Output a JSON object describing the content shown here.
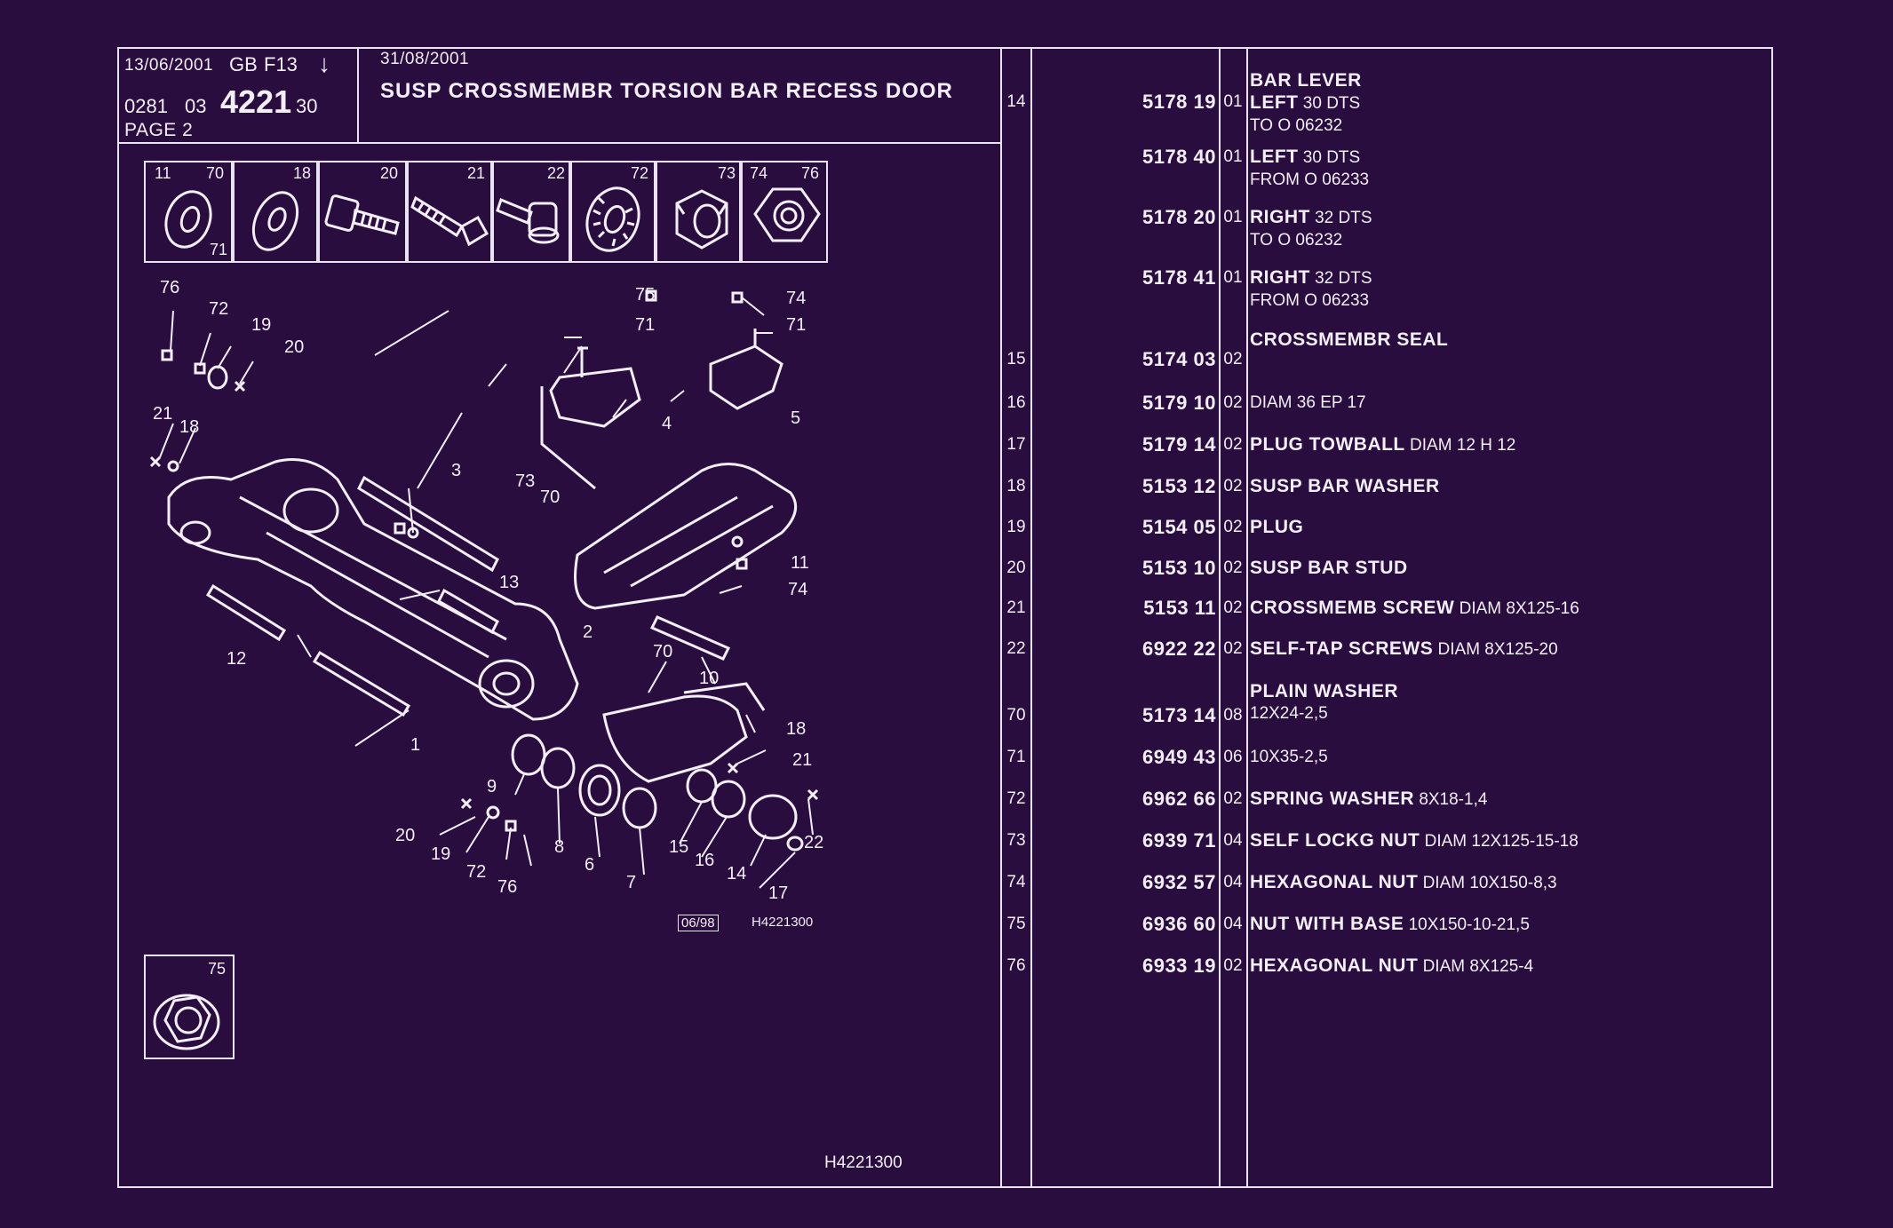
{
  "header": {
    "date1": "13/06/2001",
    "lang": "GB",
    "code": "F13",
    "arrow": "↓",
    "ref_a": "0281",
    "ref_b": "03",
    "ref_main": "4221",
    "ref_c": "30",
    "page": "PAGE 2",
    "date2": "31/08/2001",
    "title": "SUSP CROSSMEMBR TORSION BAR RECESS DOOR"
  },
  "tiles": [
    {
      "nums": [
        "11",
        "70"
      ],
      "sub": "71",
      "icon": "washer-icon"
    },
    {
      "nums": [
        "18"
      ],
      "icon": "spring-washer-icon"
    },
    {
      "nums": [
        "20"
      ],
      "icon": "stud-icon"
    },
    {
      "nums": [
        "21"
      ],
      "icon": "screw-icon"
    },
    {
      "nums": [
        "22"
      ],
      "icon": "self-tap-screw-icon"
    },
    {
      "nums": [
        "72"
      ],
      "icon": "serrated-washer-icon"
    },
    {
      "nums": [
        "73"
      ],
      "icon": "lock-nut-icon"
    },
    {
      "nums": [
        "74",
        "76"
      ],
      "icon": "hex-nut-icon"
    }
  ],
  "tile75": {
    "num": "75",
    "icon": "flange-nut-icon"
  },
  "diagram": {
    "code_box": "06/98",
    "code": "H4221300",
    "footer_code": "H4221300",
    "labels": [
      "76",
      "72",
      "19",
      "20",
      "21",
      "18",
      "3",
      "73",
      "70",
      "75",
      "71",
      "74",
      "71",
      "4",
      "5",
      "11",
      "74",
      "13",
      "2",
      "70",
      "10",
      "12",
      "1",
      "18",
      "21",
      "9",
      "8",
      "6",
      "7",
      "15",
      "16",
      "14",
      "22",
      "17",
      "20",
      "19",
      "72",
      "76"
    ]
  },
  "parts": [
    {
      "pos": "14",
      "ref": "5178 19",
      "qty": "01",
      "group": "BAR LEVER",
      "bold": "LEFT",
      "text": "30 DTS",
      "line2": "TO  O  06232"
    },
    {
      "pos": "",
      "ref": "5178 40",
      "qty": "01",
      "bold": "LEFT",
      "text": "30 DTS",
      "line2": "FROM  O  06233"
    },
    {
      "pos": "",
      "ref": "5178 20",
      "qty": "01",
      "bold": "RIGHT",
      "text": "32 DTS",
      "line2": "TO  O  06232"
    },
    {
      "pos": "",
      "ref": "5178 41",
      "qty": "01",
      "bold": "RIGHT",
      "text": "32 DTS",
      "line2": "FROM  O  06233"
    },
    {
      "pos": "15",
      "ref": "5174 03",
      "qty": "02",
      "group": "CROSSMEMBR SEAL",
      "bold": "",
      "text": ""
    },
    {
      "pos": "16",
      "ref": "5179 10",
      "qty": "02",
      "bold": "",
      "text": "DIAM 36 EP 17"
    },
    {
      "pos": "17",
      "ref": "5179 14",
      "qty": "02",
      "bold": "PLUG TOWBALL",
      "text": "DIAM 12 H 12"
    },
    {
      "pos": "18",
      "ref": "5153 12",
      "qty": "02",
      "bold": "SUSP BAR WASHER",
      "text": ""
    },
    {
      "pos": "19",
      "ref": "5154 05",
      "qty": "02",
      "bold": "PLUG",
      "text": ""
    },
    {
      "pos": "20",
      "ref": "5153 10",
      "qty": "02",
      "bold": "SUSP BAR STUD",
      "text": ""
    },
    {
      "pos": "21",
      "ref": "5153 11",
      "qty": "02",
      "bold": "CROSSMEMB SCREW",
      "text": "DIAM 8X125-16"
    },
    {
      "pos": "22",
      "ref": "6922 22",
      "qty": "02",
      "bold": "SELF-TAP SCREWS",
      "text": "DIAM 8X125-20"
    },
    {
      "pos": "70",
      "ref": "5173 14",
      "qty": "08",
      "group": "PLAIN WASHER",
      "bold": "",
      "text": "12X24-2,5"
    },
    {
      "pos": "71",
      "ref": "6949 43",
      "qty": "06",
      "bold": "",
      "text": "10X35-2,5"
    },
    {
      "pos": "72",
      "ref": "6962 66",
      "qty": "02",
      "bold": "SPRING WASHER",
      "text": "8X18-1,4"
    },
    {
      "pos": "73",
      "ref": "6939 71",
      "qty": "04",
      "bold": "SELF LOCKG NUT",
      "text": "DIAM 12X125-15-18"
    },
    {
      "pos": "74",
      "ref": "6932 57",
      "qty": "04",
      "bold": "HEXAGONAL NUT",
      "text": "DIAM 10X150-8,3"
    },
    {
      "pos": "75",
      "ref": "6936 60",
      "qty": "04",
      "bold": "NUT WITH BASE",
      "text": "10X150-10-21,5"
    },
    {
      "pos": "76",
      "ref": "6933 19",
      "qty": "02",
      "bold": "HEXAGONAL NUT",
      "text": "DIAM 8X125-4"
    }
  ]
}
